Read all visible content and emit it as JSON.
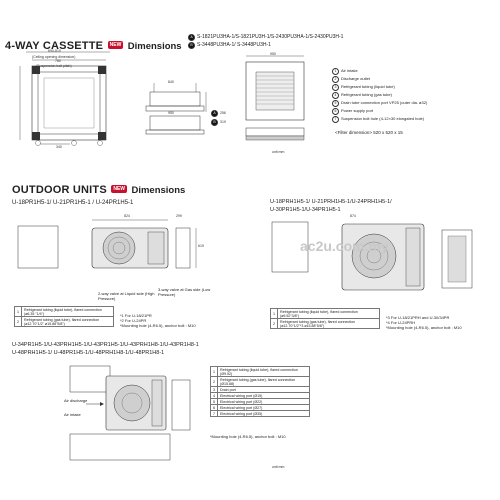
{
  "cassette": {
    "title": "4-WAY CASSETTE",
    "badge": "NEW",
    "subtitle": "Dimensions",
    "model_a_letter": "A",
    "model_a": "S-1821PU3HA-1/S-1821PU3H-1/S-2430PU3HA-1/S-2430PU3H-1",
    "model_b_letter": "B",
    "model_b": "S-3448PU3HA-1/ S-3448PU3H-1",
    "dims": {
      "top_width": "690-810",
      "ceiling_label": "(Ceiling opening dimension)",
      "ceiling_dim": "780",
      "suspension_label": "(Suspension bolt pitch)",
      "bottom_dim": "340",
      "side_dim": "840",
      "side_dim2": "950",
      "front_dim": "950",
      "h_a": "256",
      "h_b": "319"
    },
    "legend": [
      {
        "n": "1",
        "text": "Air intake"
      },
      {
        "n": "2",
        "text": "Discharge outlet"
      },
      {
        "n": "3",
        "text": "Refrigerant tubing (liquid tube)"
      },
      {
        "n": "4",
        "text": "Refrigerant tubing (gas tube)"
      },
      {
        "n": "5",
        "text": "Drain tube connection port VP25 (outer dia. ø32)"
      },
      {
        "n": "6",
        "text": "Power supply port"
      },
      {
        "n": "7",
        "text": "Suspension bolt hole (4-12×30 elongated hole)"
      }
    ],
    "filter_note": "<Filter dimension> 520 x 520 x 15",
    "unit": "unit:mm"
  },
  "outdoor": {
    "title": "OUTDOOR UNITS",
    "badge": "NEW",
    "subtitle": "Dimensions",
    "group1": "U-18PR1H5-1/ U-21PR1H5-1 / U-24PR1H5-1",
    "group2": "U-18PRH1H5-1/ U-21PRH1H5-1/U-24PRH1H5-1/",
    "group2b": "U-30PR1H5-1/U-34PR1H5-1",
    "group3": "U-34PR1H5-1/U-43PRH1H5-1/U-43PR1H5-1/U-43PRH1H8-1/U-43PR1H8-1",
    "group3b": "U-48PRH1H5-1/ U-48PR1H5-1/U-48PRH1H8-1/U-48PR1H8-1",
    "dims1": {
      "w": "824",
      "d": "299",
      "h": "619"
    },
    "dims2": {
      "w": "874"
    },
    "valve_liquid": "2-way valve at Liquid side (High Pressure)",
    "valve_gas": "3-way valve at Gas side (Low Pressure)",
    "table1": [
      {
        "n": "1",
        "text": "Refrigerant tubing (liquid tube), flared connection (ø6.35 \"1/4\")"
      },
      {
        "n": "2",
        "text": "Refrigerant tubing (gas tube), flared connection (ø12.70\"1/2\" ø15.88\"5/8\")"
      }
    ],
    "notes1": [
      "*1 For U-18/21PR",
      "*2 For U-24PR",
      "*Mounting hole (4-R6.5), anchor bolt : M10"
    ],
    "table2": [
      {
        "n": "1",
        "text": "Refrigerant tubing (liquid tube), flared connection (ø9.52\"3/8\")"
      },
      {
        "n": "2",
        "text": "Refrigerant tubing (gas tube), flared connection (ø12.70\"1/2\"*3 ø15.88\"5/8\")"
      }
    ],
    "notes2": [
      "*3 For U-18/21PRH and U-30/34PR",
      "*4 For U-24PRH",
      "*Mounting hole (4-R6.5), anchor bolt : M10"
    ],
    "air_discharge": "Air discharge",
    "air_intake": "Air intake",
    "table3": [
      {
        "n": "1",
        "text": "Refrigerant tubing (liquid tube), flared connection (Ø9.52)"
      },
      {
        "n": "2",
        "text": "Refrigerant tubing (gas tube), flared connection (Ø15.88)"
      },
      {
        "n": "3",
        "text": "Drain port"
      },
      {
        "n": "4",
        "text": "Electrical wiring port (Ø15)"
      },
      {
        "n": "5",
        "text": "Electrical wiring port (Ø22)"
      },
      {
        "n": "6",
        "text": "Electrical wiring port (Ø27)"
      },
      {
        "n": "7",
        "text": "Electrical wiring port (Ø35)"
      }
    ],
    "notes3": "*Mounting hole (4-R6.5), anchor bolt : M10",
    "unit": "unit:mm"
  },
  "watermark": "ac2u.com.my",
  "colors": {
    "accent": "#c8102e",
    "line": "#333333"
  }
}
